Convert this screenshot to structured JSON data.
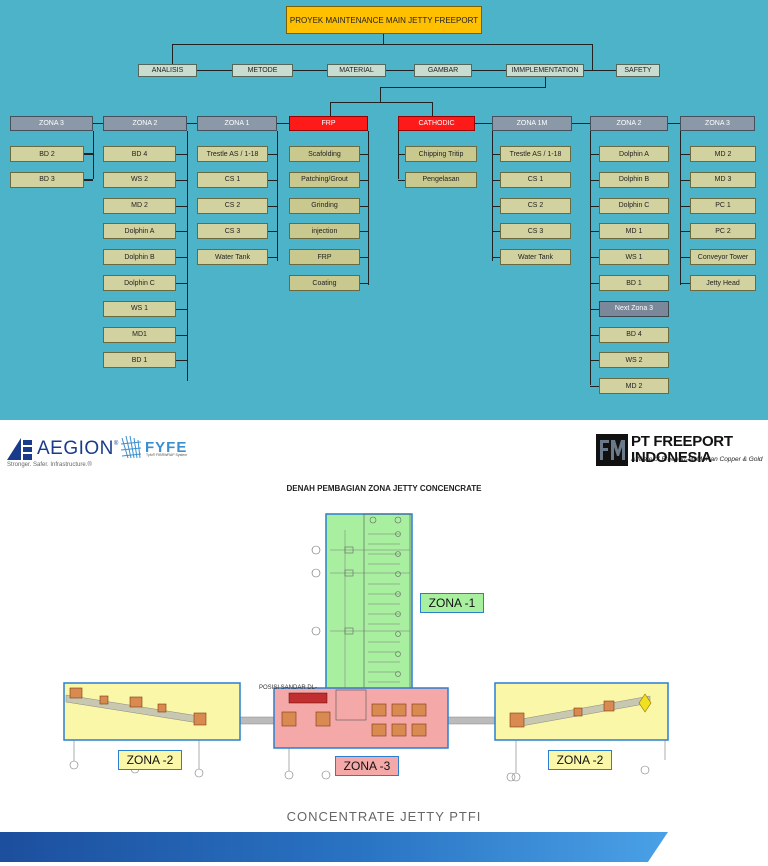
{
  "org_chart": {
    "title": "PROYEK MAINTENANCE MAIN JETTY FREEPORT",
    "level1": [
      "ANALISIS",
      "METODE",
      "MATERIAL",
      "GAMBAR",
      "IMMPLEMENTATION",
      "SAFETY"
    ],
    "headers": [
      "ZONA 3",
      "ZONA 2",
      "ZONA 1",
      "FRP",
      "CATHODIC",
      "ZONA 1M",
      "ZONA 2",
      "ZONA 3"
    ],
    "col_zona3_left": [
      "BD  2",
      "BD 3"
    ],
    "col_zona2_left": [
      "BD 4",
      "WS 2",
      "MD 2",
      "Dolphin A",
      "Dolphin B",
      "Dolphin C",
      "WS 1",
      "MD1",
      "BD 1"
    ],
    "col_zona1_left": [
      "Trestle AS / 1-18",
      "CS 1",
      "CS 2",
      "CS 3",
      "Water Tank"
    ],
    "col_frp": [
      "Scafolding",
      "Patching/Grout",
      "Grinding",
      "injection",
      "FRP",
      "Coating"
    ],
    "col_cathodic": [
      "Chipping  Tritip",
      "Pengelasan"
    ],
    "col_zona1m": [
      "Trestle AS / 1-18",
      "CS 1",
      "CS 2",
      "CS 3",
      "Water Tank"
    ],
    "col_zona2_right": [
      "Dolphin A",
      "Dolphin B",
      "Dolphin C",
      "MD 1",
      "WS 1",
      "BD 1",
      "Next Zona 3",
      "BD 4",
      "WS 2",
      "MD 2"
    ],
    "col_zona3_right": [
      "MD 2",
      "MD 3",
      "PC 1",
      "PC 2",
      "Conveyor Tower",
      "Jetty Head"
    ]
  },
  "logos": {
    "aegion": "AEGION",
    "aegion_reg": "®",
    "aegion_tagline": "Stronger. Safer. Infrastructure.®",
    "fyfe": "FYFE",
    "fyfe_sub": "Tyfo® FIBRWRAP System",
    "ptfi": "PT FREEPORT INDONESIA",
    "ptfi_affiliate": "Affiliate of Freeport-McMoRan Copper & Gold"
  },
  "plan": {
    "title": "DENAH PEMBAGIAN ZONA JETTY CONCENCRATE",
    "zone1": "ZONA -1",
    "zone2_left": "ZONA -2",
    "zone3": "ZONA -3",
    "zone2_right": "ZONA -2",
    "posisi": "POSISI  SANDAR  DL-",
    "caption": "CONCENTRATE  JETTY  PTFI"
  },
  "colors": {
    "org_bg": "#4db3c8",
    "title_box": "#ffc000",
    "leaf_box": "#c9c98f",
    "zone_header": "#8a98a8",
    "red_header": "#ff1a1a",
    "zone1_fill": "#a8f0a0",
    "zone2_fill": "#fbf7a8",
    "zone3_fill": "#f4a8a8"
  }
}
